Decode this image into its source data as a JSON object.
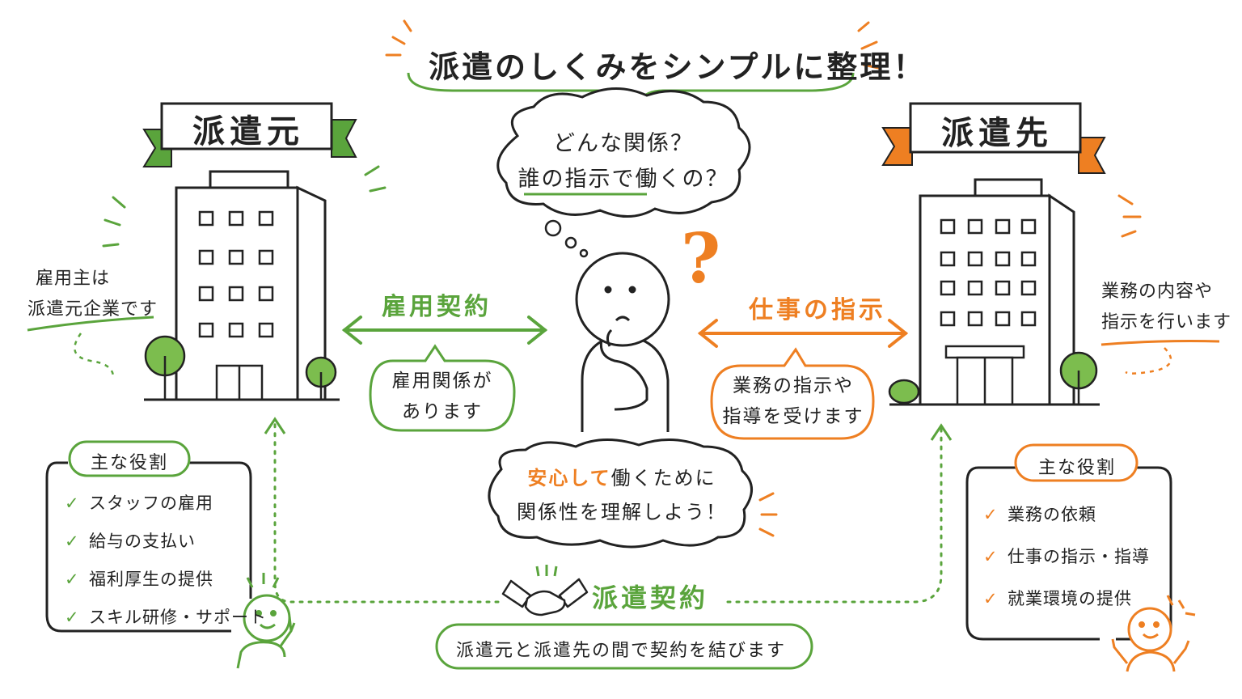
{
  "title": "派遣のしくみをシンプルに整理！",
  "left": {
    "banner": "派遣元",
    "note_lines": [
      "雇用主は",
      "派遣元企業です"
    ],
    "roles_title": "主な役割",
    "roles": [
      "スタッフの雇用",
      "給与の支払い",
      "福利厚生の提供",
      "スキル研修・サポート"
    ]
  },
  "right": {
    "banner": "派遣先",
    "note_lines": [
      "業務の内容や",
      "指示を行います"
    ],
    "roles_title": "主な役割",
    "roles": [
      "業務の依頼",
      "仕事の指示・指導",
      "就業環境の提供"
    ]
  },
  "center": {
    "thought_lines": [
      "どんな関係？",
      "誰の指示で働くの？"
    ],
    "question_mark": "?",
    "conclusion_line1_highlight": "安心して",
    "conclusion_line1_rest": "働くために",
    "conclusion_line2": "関係性を理解しよう！"
  },
  "relations": {
    "employment_label": "雇用契約",
    "employment_bubble": [
      "雇用関係が",
      "あります"
    ],
    "instruction_label": "仕事の指示",
    "instruction_bubble": [
      "業務の指示や",
      "指導を受けます"
    ],
    "dispatch_label": "派遣契約",
    "dispatch_caption": "派遣元と派遣先の間で契約を結びます"
  },
  "colors": {
    "green": "#5aa43c",
    "orange": "#ee7f22",
    "ink": "#222222",
    "tree": "#7cbd4e"
  },
  "icons": [
    "check-icon",
    "handshake-icon",
    "building-icon",
    "tree-icon",
    "person-icon"
  ]
}
